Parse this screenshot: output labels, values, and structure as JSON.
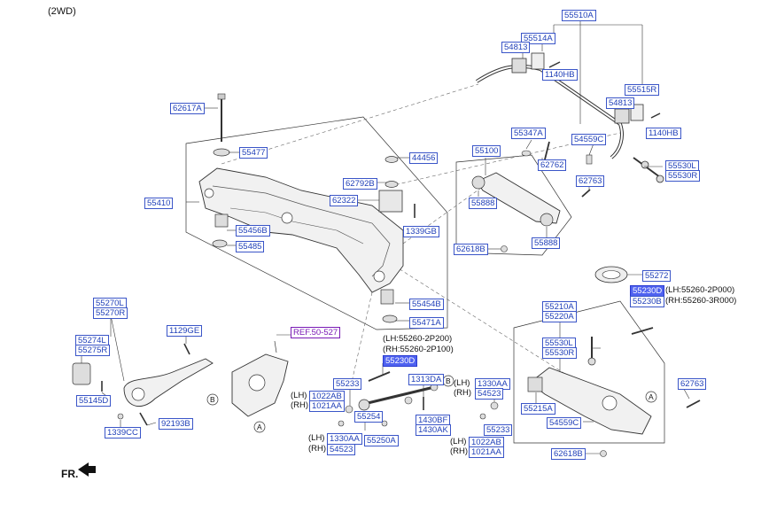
{
  "header": {
    "drive": "(2WD)"
  },
  "footer": {
    "front_mark": "FR."
  },
  "side_labels": {
    "lh": "(LH)",
    "rh": "(RH)",
    "lh_note_arm": "(LH:55260-2P200)",
    "rh_note_arm": "(RH:55260-2P100)",
    "lh_note_lower": "(LH:55260-2P000)",
    "rh_note_lower": "(RH:55260-3R000)"
  },
  "callouts": {
    "a": "A",
    "b": "B"
  },
  "parts": {
    "p55510A": "55510A",
    "p55514A": "55514A",
    "p54813": "54813",
    "p1140HB": "1140HB",
    "p55515R": "55515R",
    "p62617A": "62617A",
    "p55477": "55477",
    "p44456": "44456",
    "p62792B": "62792B",
    "p62322": "62322",
    "p55410": "55410",
    "p55456B": "55456B",
    "p1339GB": "1339GB",
    "p55485": "55485",
    "p55454B": "55454B",
    "p55471A": "55471A",
    "p55347A": "55347A",
    "p55100": "55100",
    "p62762": "62762",
    "p54559C": "54559C",
    "p55530L": "55530L",
    "p55530R": "55530R",
    "p62763": "62763",
    "p55888": "55888",
    "p62618B": "62618B",
    "p55272": "55272",
    "p55230D": "55230D",
    "p55230B": "55230B",
    "p55210A": "55210A",
    "p55220A": "55220A",
    "p55215A": "55215A",
    "p55233": "55233",
    "p1022AB": "1022AB",
    "p1021AA": "1021AA",
    "p1313DA": "1313DA",
    "p1330AA": "1330AA",
    "p54523": "54523",
    "p1430BF": "1430BF",
    "p1430AK": "1430AK",
    "p55254": "55254",
    "p55250A": "55250A",
    "p55270L": "55270L",
    "p55270R": "55270R",
    "p55274L": "55274L",
    "p55275R": "55275R",
    "p1129GE": "1129GE",
    "p55145D": "55145D",
    "p1339CC": "1339CC",
    "p92193B": "92193B",
    "ref_50_527": "REF.50-527"
  }
}
